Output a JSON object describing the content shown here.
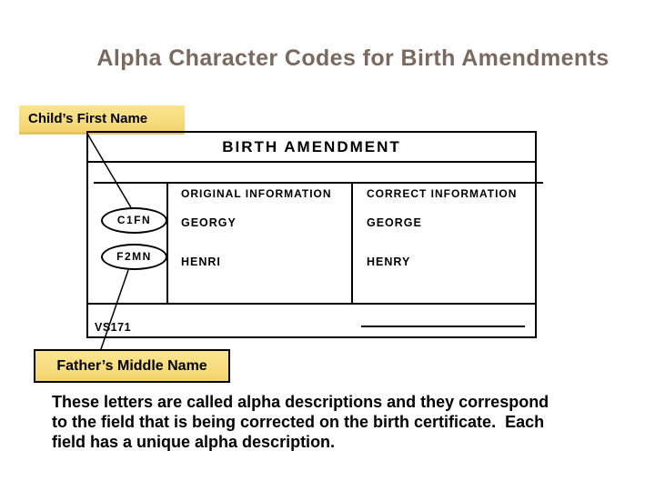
{
  "title": "Alpha Character Codes for Birth Amendments",
  "callouts": {
    "child_first_name": "Child’s First Name",
    "father_middle_name": "Father’s Middle Name"
  },
  "form": {
    "header": "BIRTH AMENDMENT",
    "column_headers": {
      "original": "ORIGINAL INFORMATION",
      "correct": "CORRECT INFORMATION"
    },
    "rows": [
      {
        "code": "C1FN",
        "original": "GEORGY",
        "correct": "GEORGE"
      },
      {
        "code": "F2MN",
        "original": "HENRI",
        "correct": "HENRY"
      }
    ],
    "form_number": "VS171"
  },
  "paragraph_lines": [
    "These letters are called alpha descriptions and they correspond",
    "to the field that is being corrected on the birth certificate.  Each",
    "field has a unique alpha description."
  ],
  "colors": {
    "title_text": "#7a695e",
    "highlight_yellow": "#f7db7a",
    "line_black": "#000000",
    "background": "#ffffff"
  }
}
